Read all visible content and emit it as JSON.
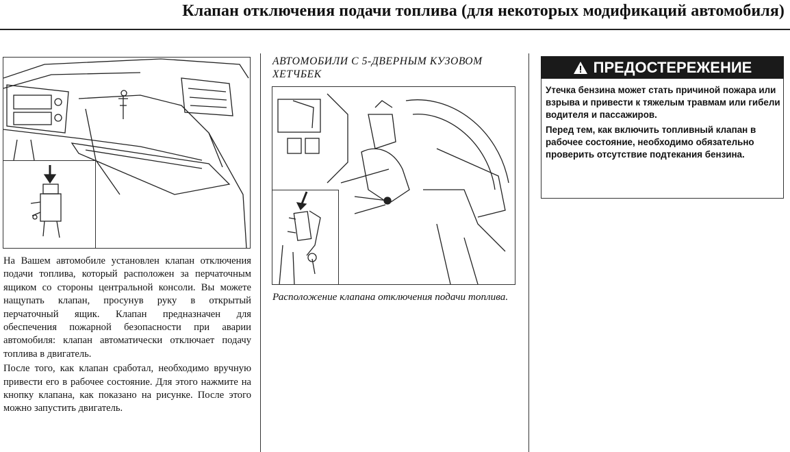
{
  "page": {
    "title": "Клапан отключения подачи топлива (для некоторых модификаций автомобиля)"
  },
  "left_column": {
    "paragraphs": [
      "На Вашем автомобиле установлен клапан отключения подачи топлива, который расположен за перчаточным ящиком со стороны центральной консоли. Вы можете нащупать клапан, просунув руку в открытый перчаточный ящик. Клапан предназначен для обеспечения пожарной безопасности при аварии автомобиля: клапан автоматически отключает подачу топлива в двигатель.",
      "После того, как клапан сработал, необходимо вручную привести его в рабочее состояние. Для этого нажмите на кнопку клапана, как показано на рисунке. После этого можно запустить двигатель."
    ]
  },
  "middle_column": {
    "heading": "АВТОМОБИЛИ С 5-ДВЕРНЫМ КУЗОВОМ ХЕТЧБЕК",
    "caption": "Расположение клапана отключения подачи топлива."
  },
  "warning": {
    "heading": "ПРЕДОСТЕРЕЖЕНИЕ",
    "icon": "warning-triangle-icon",
    "paragraphs": [
      "Утечка бензина может стать причиной пожара или взрыва и привести к тяжелым травмам или гибели водителя и пассажиров.",
      "Перед тем, как включить топливный клапан в рабочее состояние, необходимо обязательно проверить отсутствие подтекания бензина."
    ]
  }
}
